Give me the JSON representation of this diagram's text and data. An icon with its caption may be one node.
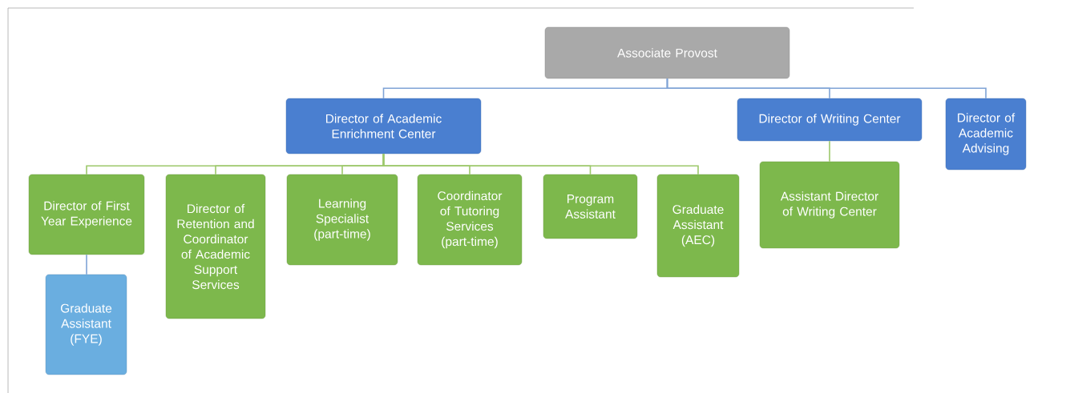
{
  "diagram": {
    "nodes": [
      {
        "text": [
          "Associate Provost"
        ]
      },
      {
        "text": [
          "Director of Academic Enrichment Center"
        ]
      },
      {
        "text": [
          "Director of Writing Center"
        ]
      },
      {
        "text": [
          "Director of Academic Advising"
        ]
      },
      {
        "text": [
          "Director of First Year Experience"
        ]
      },
      {
        "text": [
          "Graduate Assistant (FYE)"
        ]
      },
      {
        "text": [
          "Director of Retention and Coordinator of Academic Support Services"
        ]
      },
      {
        "text": [
          "Learning Specialist (part-time)"
        ]
      },
      {
        "text": [
          "Coordinator of Tutoring Services (part-time)"
        ]
      },
      {
        "text": [
          "Program Assistant"
        ]
      },
      {
        "text": [
          "Graduate Assistant (AEC)"
        ]
      },
      {
        "text": [
          "Assistant Director of Writing Center"
        ]
      }
    ],
    "edges": [
      {
        "from": 0,
        "to": 1,
        "arrow": "none",
        "color": "#7fa3d6"
      },
      {
        "from": 0,
        "to": 2,
        "arrow": "none",
        "color": "#7fa3d6"
      },
      {
        "from": 0,
        "to": 3,
        "arrow": "none",
        "color": "#7fa3d6"
      },
      {
        "from": 1,
        "to": 4,
        "arrow": "none"
      },
      {
        "from": 1,
        "to": 6,
        "arrow": "none"
      },
      {
        "from": 1,
        "to": 7,
        "arrow": "none"
      },
      {
        "from": 1,
        "to": 8,
        "arrow": "none"
      },
      {
        "from": 1,
        "to": 9,
        "arrow": "none"
      },
      {
        "from": 1,
        "to": 10,
        "arrow": "none"
      },
      {
        "from": 2,
        "to": 11,
        "arrow": "none"
      },
      {
        "from": 4,
        "to": 5,
        "arrow": "none",
        "color": "#7fa3d6"
      }
    ]
  }
}
